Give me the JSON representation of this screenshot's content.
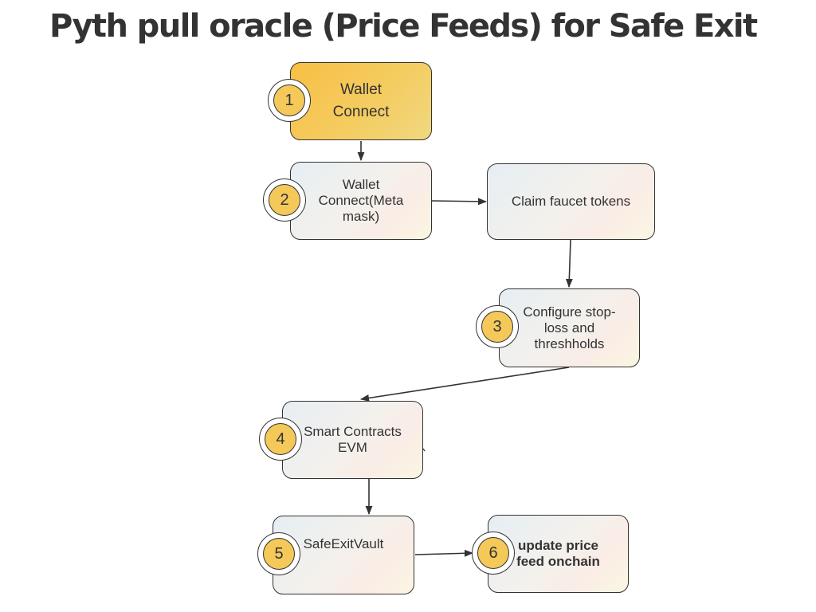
{
  "title": "Pyth pull oracle (Price Feeds) for Safe Exit",
  "steps": [
    {
      "badge": "1",
      "label": "Wallet\nConnect"
    },
    {
      "badge": "2",
      "label": "Wallet\nConnect(Meta\nmask)"
    },
    {
      "badge": "",
      "label": "Claim faucet tokens"
    },
    {
      "badge": "3",
      "label": "Configure stop-\nloss and\nthreshholds"
    },
    {
      "badge": "4",
      "label": "Smart Contracts\nEVM"
    },
    {
      "badge": "5",
      "label": "SafeExitVault"
    },
    {
      "badge": "6",
      "label": "update price\nfeed onchain"
    }
  ],
  "colors": {
    "accent": "#f4c95a",
    "primary_box": "#f8bf45",
    "stroke": "#333333"
  }
}
